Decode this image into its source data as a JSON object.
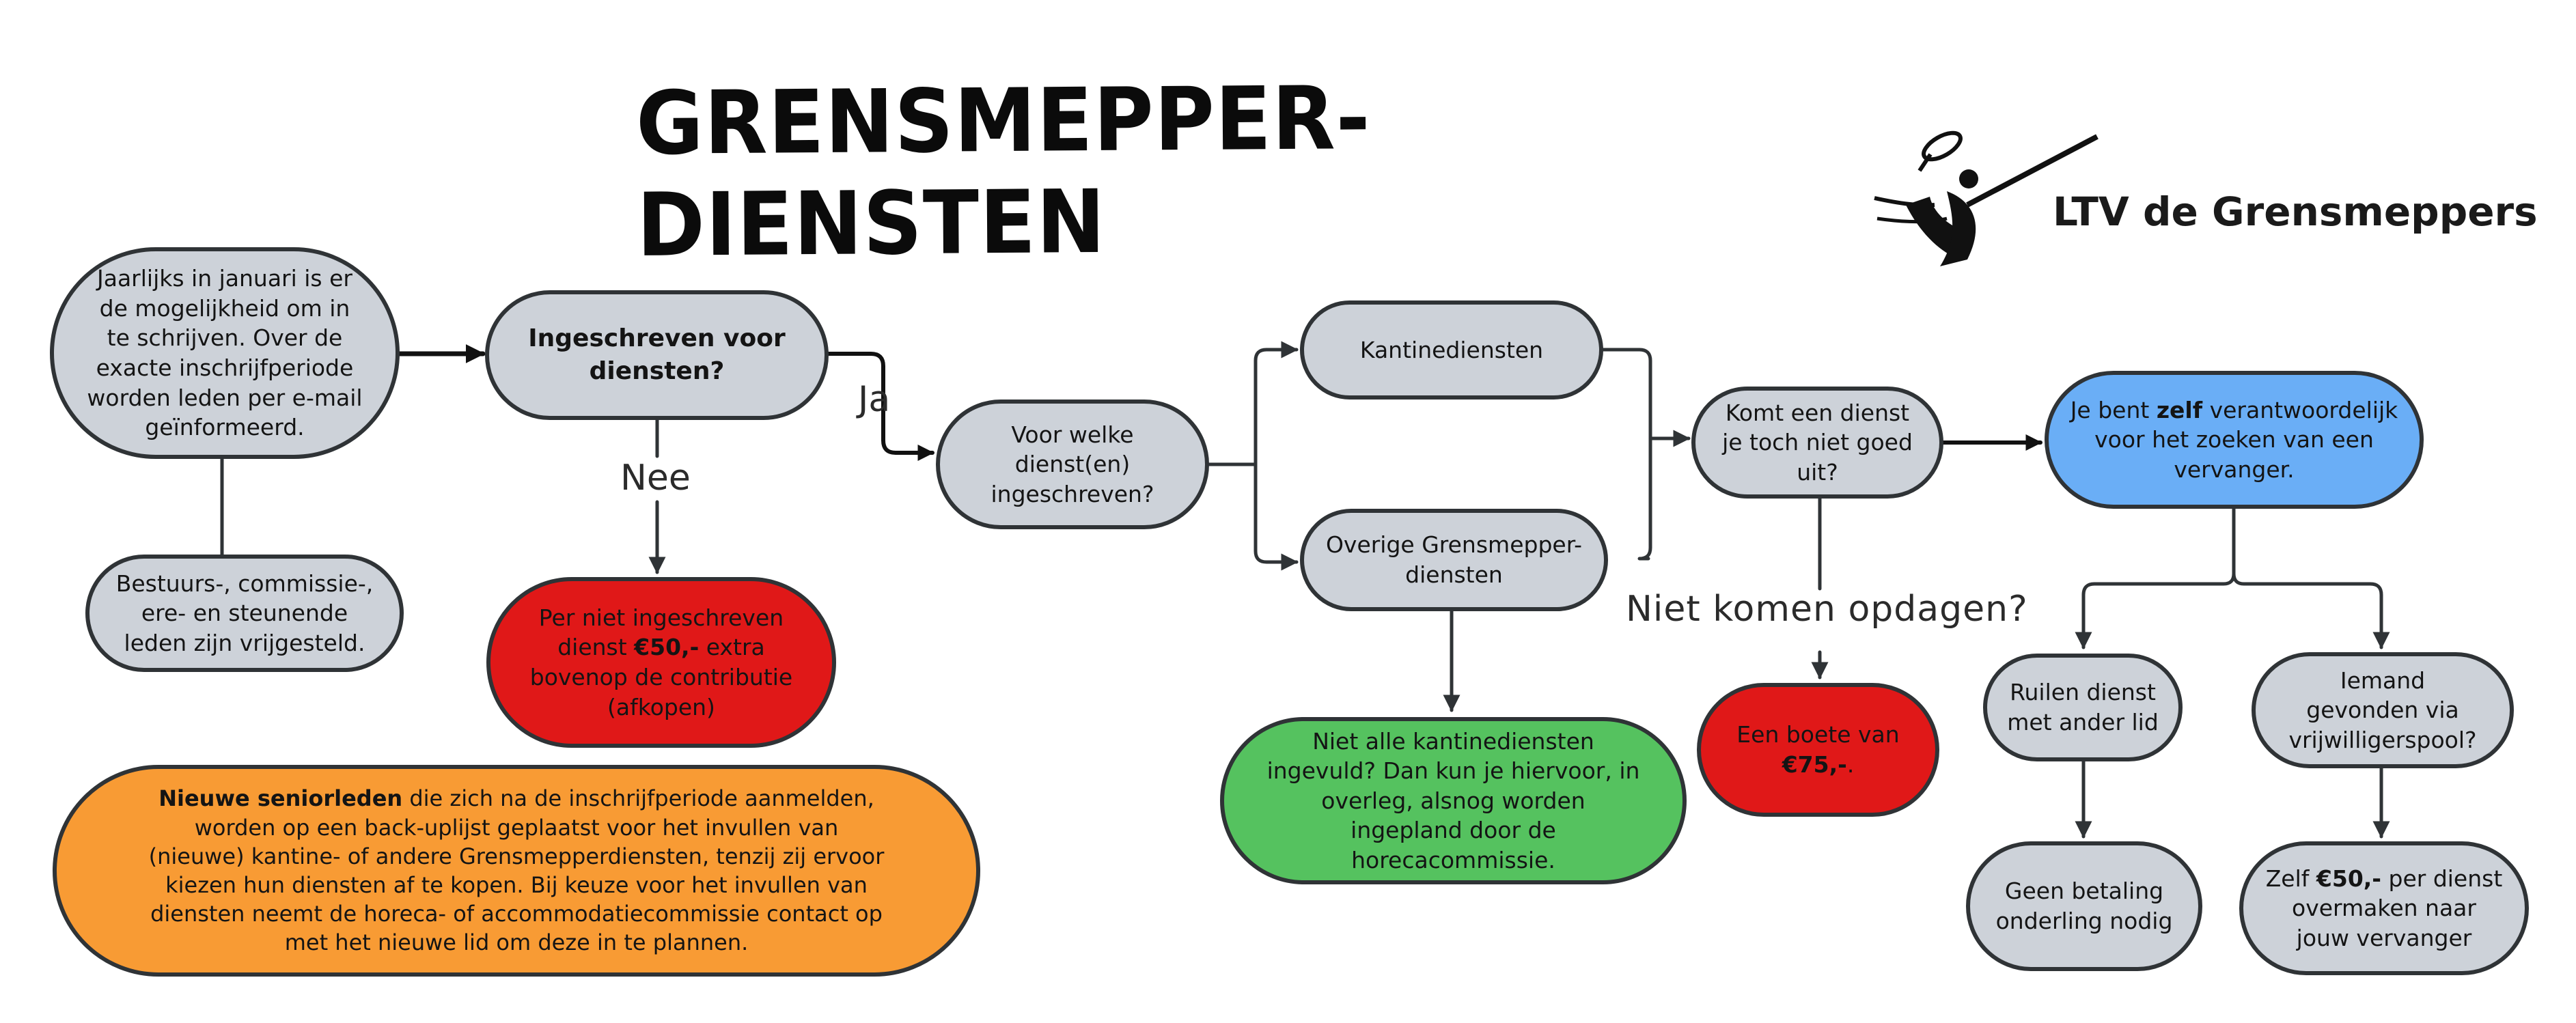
{
  "title": "GRENSMEPPER-DIENSTEN",
  "logo": {
    "text": "LTV de Grensmeppers"
  },
  "colors": {
    "grey": "#cdd2d9",
    "red": "#e01818",
    "green": "#55c25f",
    "orange": "#f89b34",
    "blue": "#6aaef6",
    "stroke": "#2f3336"
  },
  "nodes": {
    "jaarlijks": {
      "text": "Jaarlijks in januari is er de mogelijkheid om in te schrijven. Over de exacte inschrijfperiode worden leden per e-mail geïnformeerd."
    },
    "vrijgesteld": {
      "text": "Bestuurs-, commissie-, ere- en steunende leden zijn vrijgesteld."
    },
    "ingeschreven": {
      "text": "Ingeschreven voor diensten?"
    },
    "afkopen": {
      "before": "Per niet ingeschreven dienst ",
      "bold": "€50,-",
      "after": " extra bovenop de contributie (afkopen)"
    },
    "nieuwe_leden": {
      "bold": "Nieuwe seniorleden",
      "after": " die zich na de inschrijfperiode aanmelden, worden op een back-uplijst geplaatst voor het invullen van (nieuwe) kantine- of andere Grensmepperdiensten, tenzij zij ervoor kiezen hun diensten af te kopen. Bij keuze voor het invullen van diensten neemt de horeca- of accommodatiecommissie contact op met het nieuwe lid om deze in te plannen."
    },
    "welke_dienst": {
      "text": "Voor welke dienst(en) ingeschreven?"
    },
    "kantine": {
      "text": "Kantinediensten"
    },
    "overige": {
      "text": "Overige Grensmepper-diensten"
    },
    "niet_alle": {
      "text": "Niet alle kantinediensten ingevuld? Dan kun je hiervoor, in overleg, alsnog worden ingepland door de horecacommissie."
    },
    "komt_niet": {
      "text": "Komt een dienst je toch niet goed uit?"
    },
    "boete": {
      "before": "Een boete van ",
      "bold": "€75,-",
      "after": "."
    },
    "zelf": {
      "before": "Je bent ",
      "bold": "zelf",
      "after": " verantwoordelijk voor het zoeken van een vervanger."
    },
    "ruilen": {
      "text": "Ruilen dienst met ander lid"
    },
    "geen_betaling": {
      "text": "Geen betaling onderling nodig"
    },
    "iemand": {
      "text": "Iemand gevonden via vrijwilligerspool?"
    },
    "zelf_betalen": {
      "before": "Zelf ",
      "bold": "€50,-",
      "after": " per dienst overmaken naar jouw vervanger"
    }
  },
  "edge_labels": {
    "ja": "Ja",
    "nee": "Nee",
    "niet_komen": "Niet komen opdagen?"
  }
}
